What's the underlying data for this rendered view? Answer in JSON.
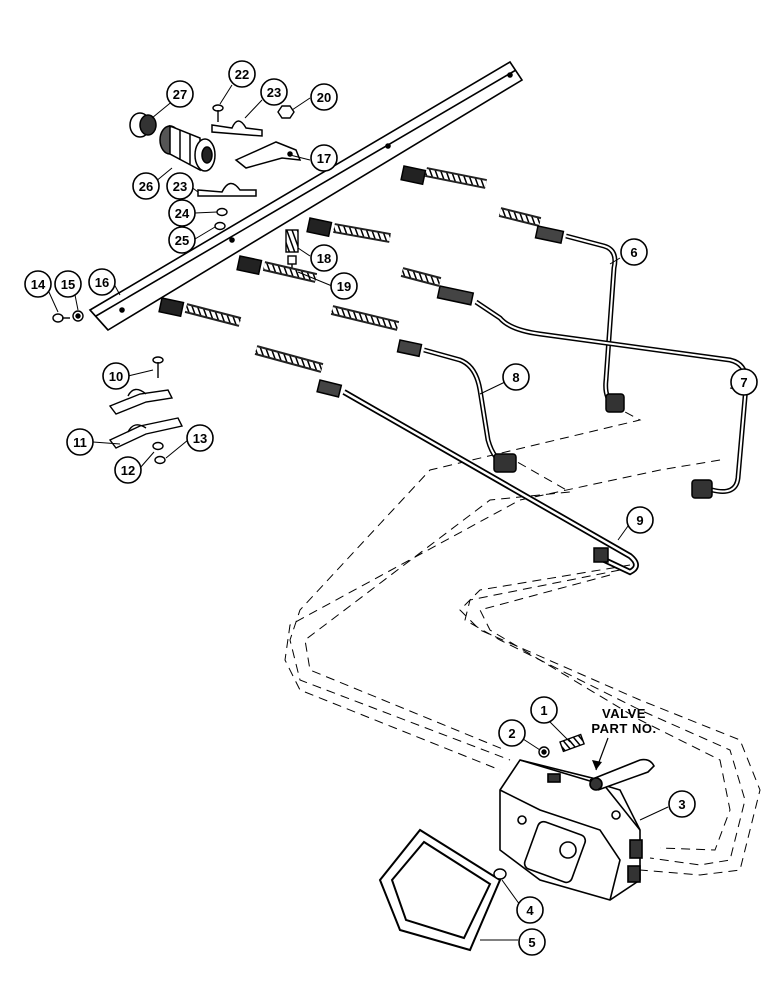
{
  "diagram": {
    "note": [
      "VALVE",
      "PART NO."
    ],
    "callouts": [
      {
        "id": "c1",
        "label": "1"
      },
      {
        "id": "c2",
        "label": "2"
      },
      {
        "id": "c3",
        "label": "3"
      },
      {
        "id": "c4",
        "label": "4"
      },
      {
        "id": "c5",
        "label": "5"
      },
      {
        "id": "c6",
        "label": "6"
      },
      {
        "id": "c7",
        "label": "7"
      },
      {
        "id": "c8",
        "label": "8"
      },
      {
        "id": "c9",
        "label": "9"
      },
      {
        "id": "c10",
        "label": "10"
      },
      {
        "id": "c11",
        "label": "11"
      },
      {
        "id": "c12",
        "label": "12"
      },
      {
        "id": "c13",
        "label": "13"
      },
      {
        "id": "c14",
        "label": "14"
      },
      {
        "id": "c15",
        "label": "15"
      },
      {
        "id": "c16",
        "label": "16"
      },
      {
        "id": "c17",
        "label": "17"
      },
      {
        "id": "c18",
        "label": "18"
      },
      {
        "id": "c19",
        "label": "19"
      },
      {
        "id": "c20",
        "label": "20"
      },
      {
        "id": "c22",
        "label": "22"
      },
      {
        "id": "c23a",
        "label": "23"
      },
      {
        "id": "c23b",
        "label": "23"
      },
      {
        "id": "c24",
        "label": "24"
      },
      {
        "id": "c25",
        "label": "25"
      },
      {
        "id": "c26",
        "label": "26"
      },
      {
        "id": "c27",
        "label": "27"
      }
    ]
  }
}
